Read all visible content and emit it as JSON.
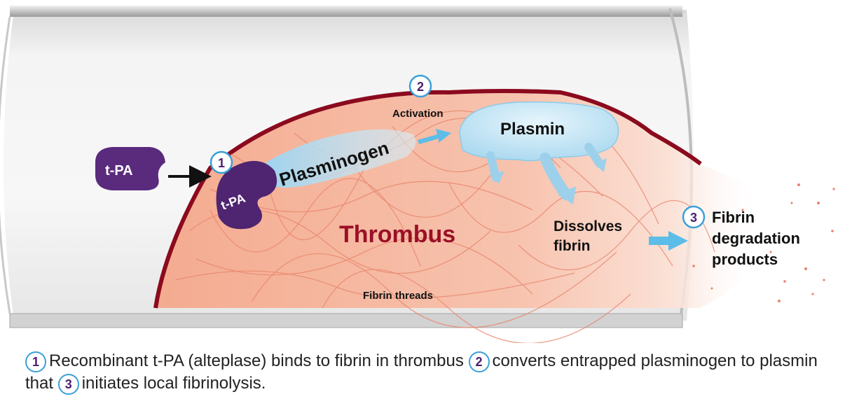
{
  "labels": {
    "tpa_free": "t-PA",
    "tpa_bound": "t-PA",
    "plasminogen": "Plasminogen",
    "activation": "Activation",
    "plasmin": "Plasmin",
    "thrombus": "Thrombus",
    "dissolves": [
      "Dissolves",
      "fibrin"
    ],
    "degradation": [
      "Fibrin",
      "degradation",
      "products"
    ],
    "fibrin_threads": "Fibrin threads"
  },
  "steps": [
    "1",
    "2",
    "3"
  ],
  "caption": {
    "part1": "Recombinant t-PA (alteplase) binds to fibrin in thrombus",
    "part2": "converts entrapped plasminogen to plasmin that",
    "part3": "initiates local fibrinolysis."
  },
  "colors": {
    "tpa": "#5a2a7c",
    "plasmin": "#bfe3f5",
    "arrow_blue": "#5cbde8",
    "thrombus": "#f6b8a0",
    "thrombus_edge": "#8b0a1e",
    "thrombus_label": "#9a1026",
    "badge_border": "#3aa0d8"
  }
}
